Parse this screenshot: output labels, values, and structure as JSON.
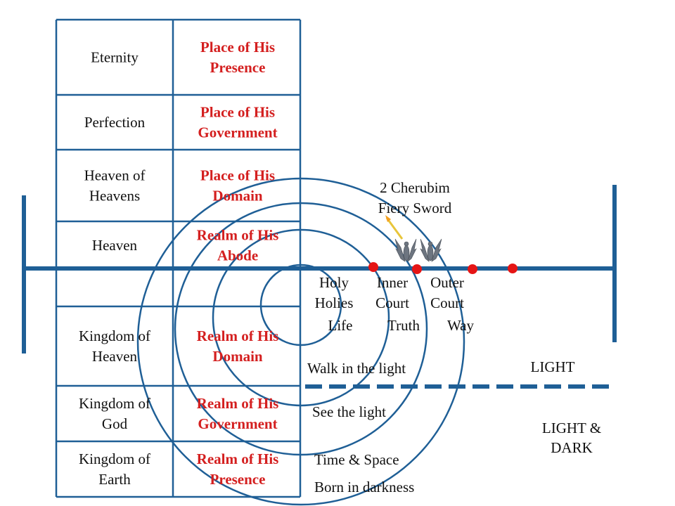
{
  "colors": {
    "line": "#1f5f96",
    "realm_text": "#d41f1f",
    "text": "#111111",
    "marker": "#e51515",
    "cherub": "#6d7580",
    "sword": "#e8c53a"
  },
  "table": {
    "rows": [
      {
        "left": [
          "Eternity"
        ],
        "right": [
          "Place of His",
          "Presence"
        ]
      },
      {
        "left": [
          "Perfection"
        ],
        "right": [
          "Place of His",
          "Government"
        ]
      },
      {
        "left": [
          "Heaven of",
          "Heavens"
        ],
        "right": [
          "Place of His",
          "Domain"
        ]
      },
      {
        "left": [
          "Heaven"
        ],
        "right": [
          "Realm of His",
          "Abode"
        ]
      },
      {
        "left": [],
        "right": []
      },
      {
        "left": [
          "Kingdom of",
          "Heaven"
        ],
        "right": [
          "Realm of His",
          "Domain"
        ]
      },
      {
        "left": [
          "Kingdom of",
          "God"
        ],
        "right": [
          "Realm of His",
          "Government"
        ]
      },
      {
        "left": [
          "Kingdom of",
          "Earth"
        ],
        "right": [
          "Realm of His",
          "Presence"
        ]
      }
    ]
  },
  "cherubim": {
    "line1": "2 Cherubim",
    "line2": "Fiery Sword"
  },
  "courts": {
    "holy_holies": [
      "Holy",
      "Holies"
    ],
    "inner_court": [
      "Inner",
      "Court"
    ],
    "outer_court": [
      "Outer",
      "Court"
    ],
    "life": "Life",
    "truth": "Truth",
    "way": "Way"
  },
  "walk": {
    "walk_in_light": "Walk in the light",
    "see_light": "See the light",
    "time_space": "Time & Space",
    "born_darkness": "Born in darkness"
  },
  "zones": {
    "light": "LIGHT",
    "light_dark": [
      "LIGHT &",
      "DARK"
    ]
  }
}
